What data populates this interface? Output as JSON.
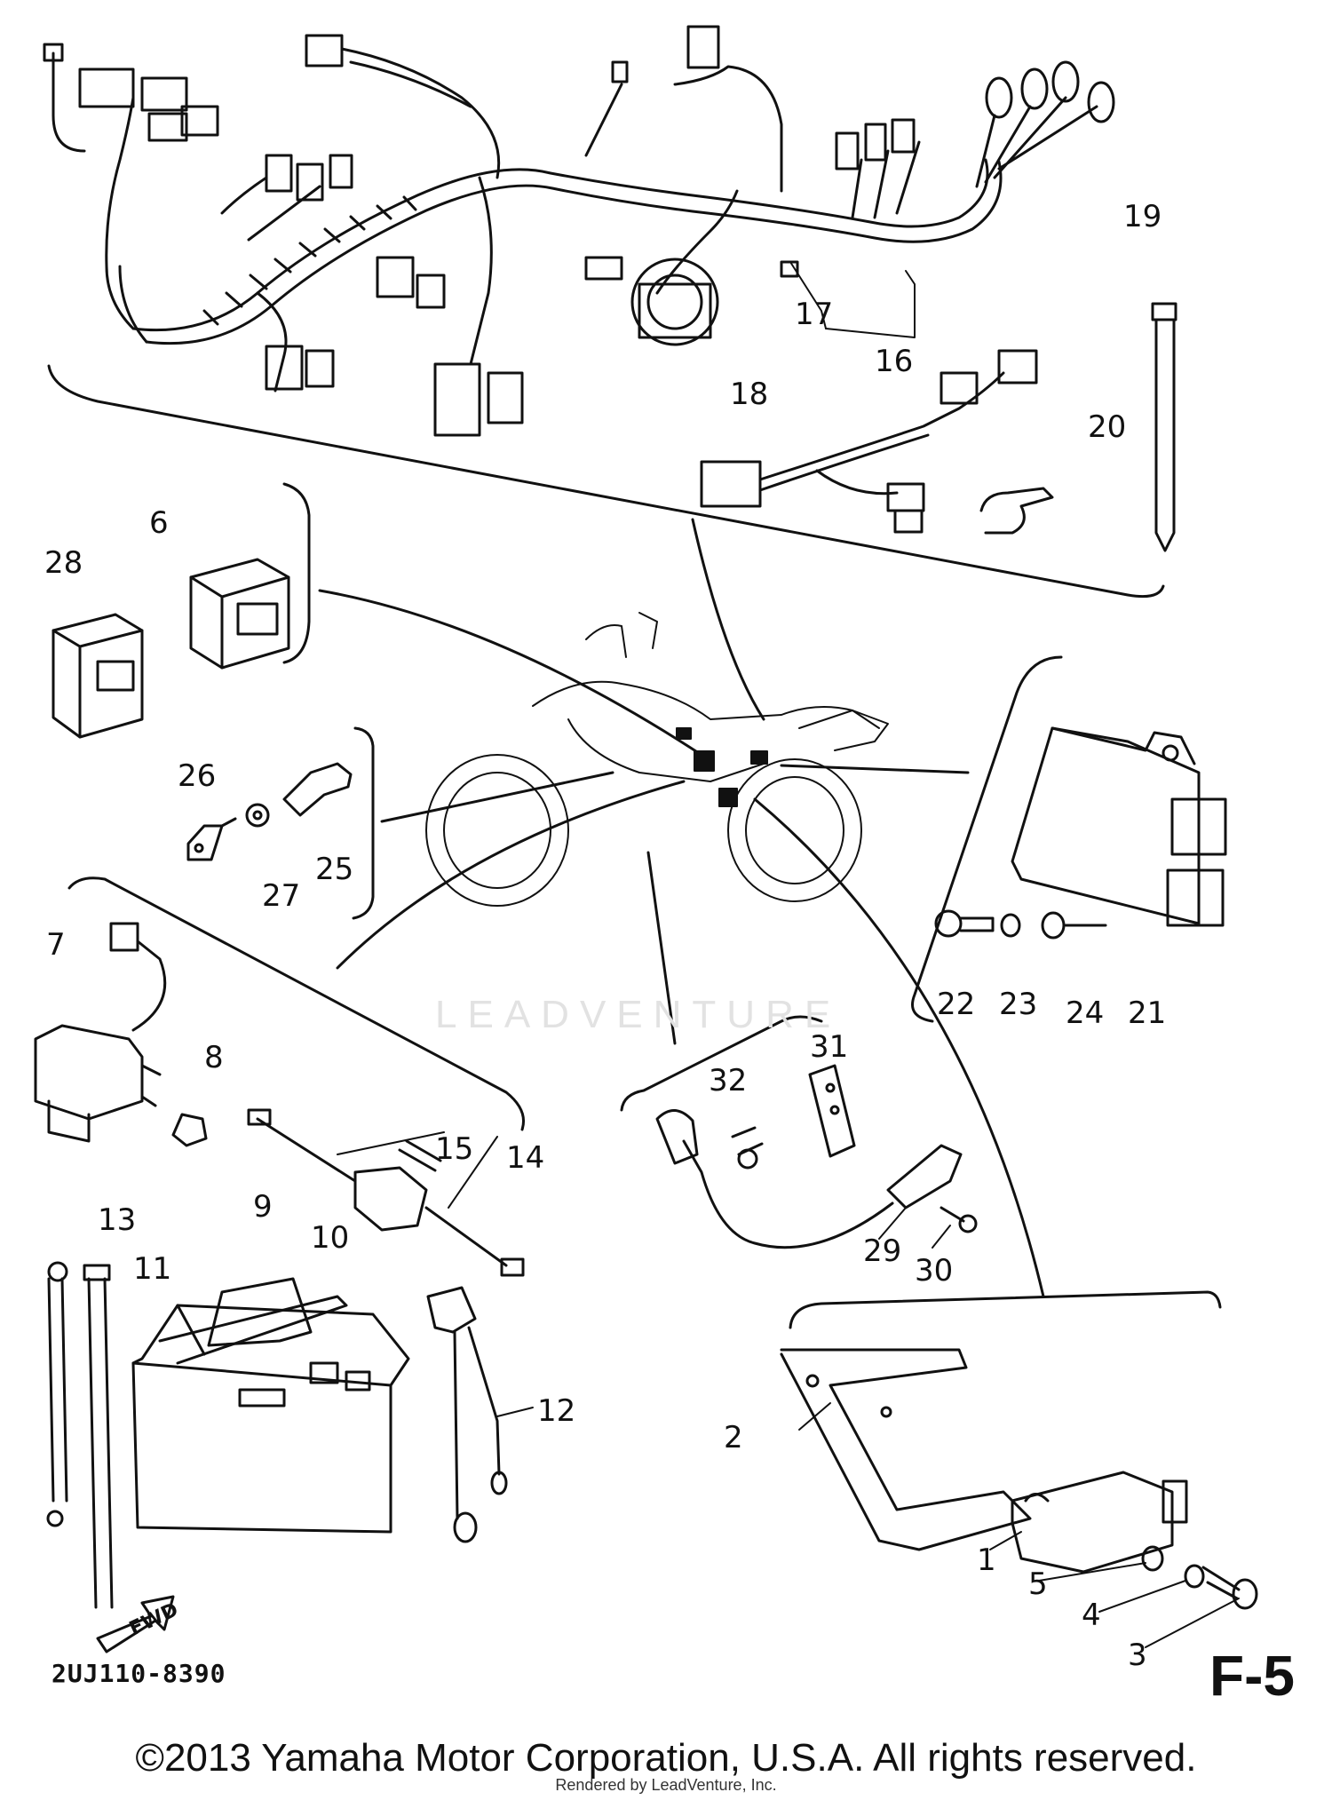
{
  "diagram": {
    "page_code": "F-5",
    "drawing_number": "2UJ110-8390",
    "copyright": "©2013 Yamaha Motor Corporation, U.S.A. All rights reserved.",
    "rendered_by": "Rendered by LeadVenture, Inc.",
    "watermark": "LEADVENTURE",
    "fwd_arrow_label": "FWD",
    "part_numbers": [
      "1",
      "2",
      "3",
      "4",
      "5",
      "6",
      "7",
      "8",
      "9",
      "10",
      "11",
      "12",
      "13",
      "14",
      "15",
      "16",
      "17",
      "18",
      "19",
      "20",
      "21",
      "22",
      "23",
      "24",
      "25",
      "26",
      "27",
      "28",
      "29",
      "30",
      "31",
      "32"
    ]
  },
  "icons": {
    "fwd-arrow-icon": "arrow pointing down-left",
    "motorcycle-outline-icon": "motorcycle silhouette"
  }
}
